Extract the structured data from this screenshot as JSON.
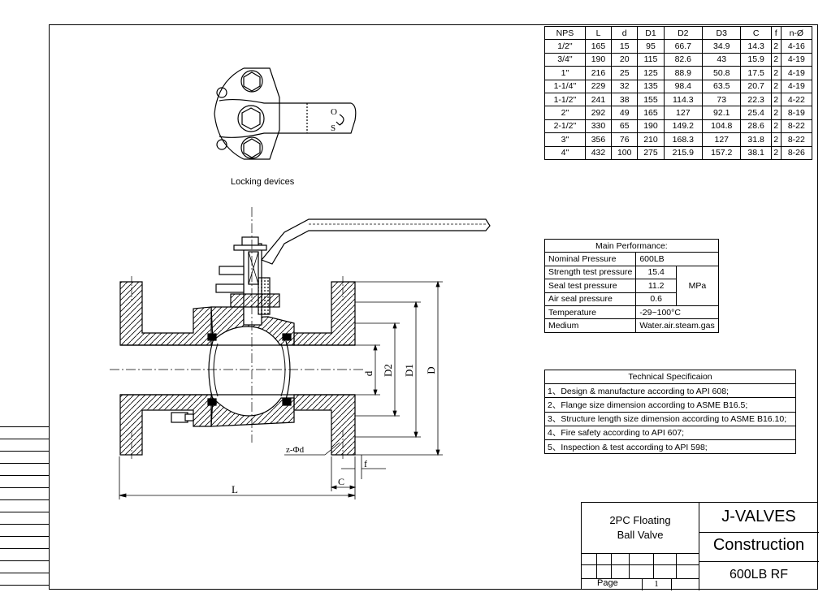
{
  "dims_table": {
    "headers": [
      "NPS",
      "L",
      "d",
      "D1",
      "D2",
      "D3",
      "C",
      "f",
      "n-Ø"
    ],
    "rows": [
      [
        "1/2\"",
        "165",
        "15",
        "95",
        "66.7",
        "34.9",
        "14.3",
        "2",
        "4-16"
      ],
      [
        "3/4\"",
        "190",
        "20",
        "115",
        "82.6",
        "43",
        "15.9",
        "2",
        "4-19"
      ],
      [
        "1\"",
        "216",
        "25",
        "125",
        "88.9",
        "50.8",
        "17.5",
        "2",
        "4-19"
      ],
      [
        "1-1/4\"",
        "229",
        "32",
        "135",
        "98.4",
        "63.5",
        "20.7",
        "2",
        "4-19"
      ],
      [
        "1-1/2\"",
        "241",
        "38",
        "155",
        "114.3",
        "73",
        "22.3",
        "2",
        "4-22"
      ],
      [
        "2\"",
        "292",
        "49",
        "165",
        "127",
        "92.1",
        "25.4",
        "2",
        "8-19"
      ],
      [
        "2-1/2\"",
        "330",
        "65",
        "190",
        "149.2",
        "104.8",
        "28.6",
        "2",
        "8-22"
      ],
      [
        "3\"",
        "356",
        "76",
        "210",
        "168.3",
        "127",
        "31.8",
        "2",
        "8-22"
      ],
      [
        "4\"",
        "432",
        "100",
        "275",
        "215.9",
        "157.2",
        "38.1",
        "2",
        "8-26"
      ]
    ]
  },
  "performance": {
    "title": "Main Performance:",
    "nominal_label": "Nominal Pressure",
    "nominal_value": "600LB",
    "strength_label": "Strength test pressure",
    "strength_value": "15.4",
    "seal_label": "Seal test pressure",
    "seal_value": "11.2",
    "air_label": "Air seal pressure",
    "air_value": "0.6",
    "unit": "MPa",
    "temp_label": "Temperature",
    "temp_value": "-29~100°C",
    "medium_label": "Medium",
    "medium_value": "Water.air.steam.gas"
  },
  "technical": {
    "title": "Technical Specificaion",
    "items": [
      "1、Design & manufacture according to API 608;",
      "2、Flange size dimension according to ASME B16.5;",
      "3、Structure length size dimension according to ASME B16.10;",
      "4、Fire safety according to API 607;",
      "5、Inspection & test according to API 598;"
    ]
  },
  "title_block": {
    "product_line1": "2PC Floating",
    "product_line2": "Ball Valve",
    "company": "J-VALVES",
    "drawing_type": "Construction",
    "rating": "600LB RF",
    "page_label": "Page",
    "page_number": "1"
  },
  "drawing": {
    "locking_caption": "Locking devices",
    "open_mark": "O",
    "shut_mark": "S",
    "label_L": "L",
    "label_C": "C",
    "label_f": "f",
    "label_d": "d",
    "label_D2": "D2",
    "label_D1": "D1",
    "label_D": "D",
    "label_holes": "z-Φd"
  }
}
